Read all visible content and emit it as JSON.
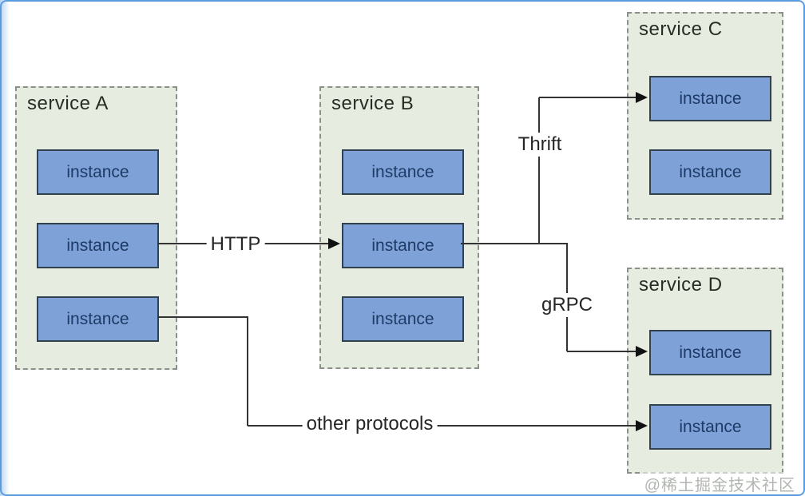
{
  "services": [
    {
      "name": "service A",
      "instances": [
        "instance",
        "instance",
        "instance"
      ]
    },
    {
      "name": "service B",
      "instances": [
        "instance",
        "instance",
        "instance"
      ]
    },
    {
      "name": "service C",
      "instances": [
        "instance",
        "instance"
      ]
    },
    {
      "name": "service D",
      "instances": [
        "instance",
        "instance"
      ]
    }
  ],
  "connections": [
    {
      "label": "HTTP",
      "from": "service A instance 2",
      "to": "service B instance 2"
    },
    {
      "label": "Thrift",
      "from": "service B instance 2",
      "to": "service C instance 1"
    },
    {
      "label": "gRPC",
      "from": "service B instance 2",
      "to": "service D instance 1"
    },
    {
      "label": "other protocols",
      "from": "service A instance 3",
      "to": "service D instance 2"
    }
  ],
  "watermark": "@稀土掘金技术社区",
  "colors": {
    "service_bg": "#e6ece0",
    "service_border": "#8b9089",
    "instance_bg": "#7ea1d8",
    "instance_border": "#31414e",
    "instance_text": "#1e3a66",
    "line": "#333333",
    "frame": "#5a9be0"
  }
}
